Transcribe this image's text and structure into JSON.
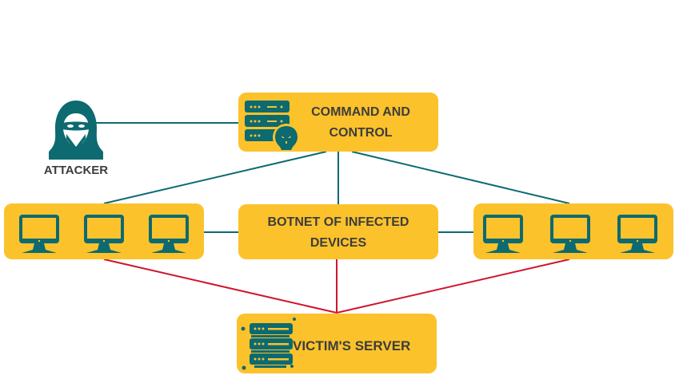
{
  "colors": {
    "box_fill": "#fcc22b",
    "icon_teal": "#0c6a70",
    "c2_link": "#0c6a70",
    "attack_link": "#d0142e",
    "text": "#3d3d3d"
  },
  "nodes": {
    "attacker": {
      "label": "ATTACKER",
      "icon": "hooded-hacker-icon"
    },
    "command_control": {
      "label_line1": "COMMAND AND",
      "label_line2": "CONTROL",
      "icon": "server-skull-icon"
    },
    "botnet": {
      "label_line1": "BOTNET OF INFECTED",
      "label_line2": "DEVICES"
    },
    "left_devices": {
      "count": 3,
      "icon": "monitor-icon"
    },
    "right_devices": {
      "count": 3,
      "icon": "monitor-icon"
    },
    "victim_server": {
      "label": "VICTIM'S SERVER",
      "icon": "server-rack-icon"
    }
  },
  "edges": [
    {
      "from": "attacker",
      "to": "command_control",
      "type": "control"
    },
    {
      "from": "command_control",
      "to": "left_devices",
      "type": "control"
    },
    {
      "from": "command_control",
      "to": "botnet",
      "type": "control"
    },
    {
      "from": "command_control",
      "to": "right_devices",
      "type": "control"
    },
    {
      "from": "left_devices",
      "to": "botnet",
      "type": "control"
    },
    {
      "from": "botnet",
      "to": "right_devices",
      "type": "control"
    },
    {
      "from": "left_devices",
      "to": "victim_server",
      "type": "attack"
    },
    {
      "from": "botnet",
      "to": "victim_server",
      "type": "attack"
    },
    {
      "from": "right_devices",
      "to": "victim_server",
      "type": "attack"
    }
  ]
}
